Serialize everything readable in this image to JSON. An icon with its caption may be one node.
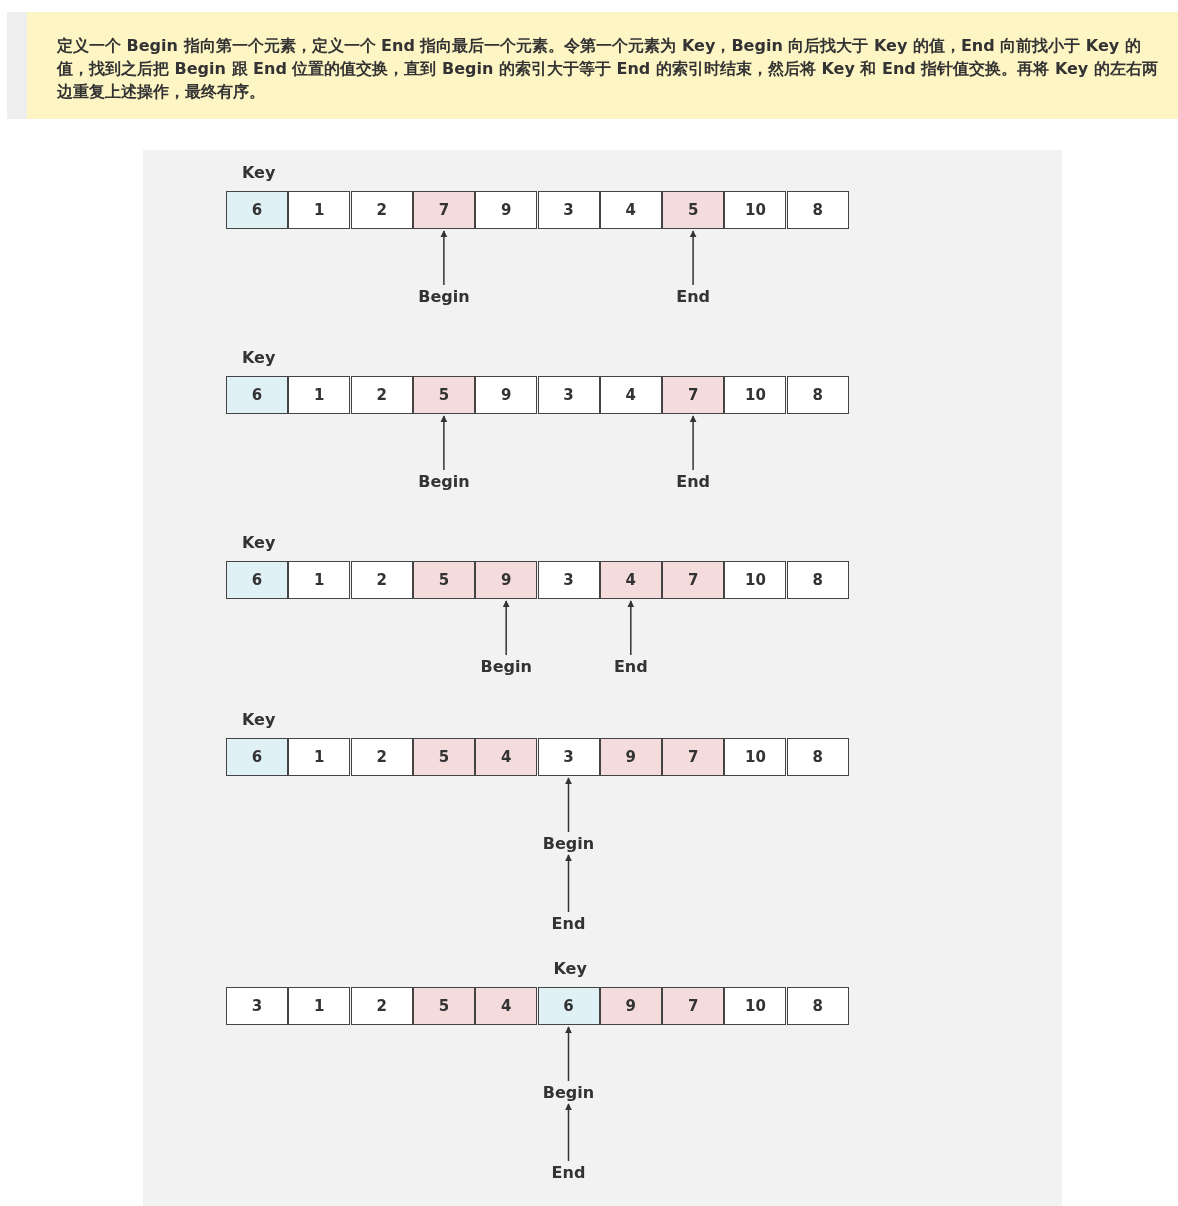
{
  "diagram": {
    "nodes": [
      {
        "text": [
          "定义一个 Begin 指向第一个元素，定义一个 End 指向最后一个元素。令第一个元素为 Key，Begin 向后找大于 Key 的值，End 向前找小于 Key 的值，找到之后把 Begin 跟 End 位置的值交换，直到 Begin 的索引大于等于 End 的索引时结束，然后将 Key 和 End 指针值交换。再将 Key 的左右两边重复上述操作，最终有序。"
        ]
      },
      {
        "text": [
          "6"
        ],
        "beside": [
          "Key"
        ]
      },
      {
        "text": [
          "1"
        ]
      },
      {
        "text": [
          "2"
        ]
      },
      {
        "text": [
          "7"
        ]
      },
      {
        "text": [
          "9"
        ]
      },
      {
        "text": [
          "3"
        ]
      },
      {
        "text": [
          "4"
        ]
      },
      {
        "text": [
          "5"
        ]
      },
      {
        "text": [
          "10"
        ]
      },
      {
        "text": [
          "8"
        ]
      },
      {
        "text": [
          "Begin"
        ]
      },
      {
        "text": [
          "End"
        ]
      },
      {
        "text": [
          "6"
        ],
        "beside": [
          "Key"
        ]
      },
      {
        "text": [
          "1"
        ]
      },
      {
        "text": [
          "2"
        ]
      },
      {
        "text": [
          "5"
        ]
      },
      {
        "text": [
          "9"
        ]
      },
      {
        "text": [
          "3"
        ]
      },
      {
        "text": [
          "4"
        ]
      },
      {
        "text": [
          "7"
        ]
      },
      {
        "text": [
          "10"
        ]
      },
      {
        "text": [
          "8"
        ]
      },
      {
        "text": [
          "Begin"
        ]
      },
      {
        "text": [
          "End"
        ]
      },
      {
        "text": [
          "6"
        ],
        "beside": [
          "Key"
        ]
      },
      {
        "text": [
          "1"
        ]
      },
      {
        "text": [
          "2"
        ]
      },
      {
        "text": [
          "5"
        ]
      },
      {
        "text": [
          "9"
        ]
      },
      {
        "text": [
          "3"
        ]
      },
      {
        "text": [
          "4"
        ]
      },
      {
        "text": [
          "7"
        ]
      },
      {
        "text": [
          "10"
        ]
      },
      {
        "text": [
          "8"
        ]
      },
      {
        "text": [
          "Begin"
        ]
      },
      {
        "text": [
          "End"
        ]
      },
      {
        "text": [
          "6"
        ],
        "beside": [
          "Key"
        ]
      },
      {
        "text": [
          "1"
        ]
      },
      {
        "text": [
          "2"
        ]
      },
      {
        "text": [
          "5"
        ]
      },
      {
        "text": [
          "4"
        ]
      },
      {
        "text": [
          "3"
        ]
      },
      {
        "text": [
          "9"
        ]
      },
      {
        "text": [
          "7"
        ]
      },
      {
        "text": [
          "10"
        ]
      },
      {
        "text": [
          "8"
        ]
      },
      {
        "text": [
          "Begin"
        ]
      },
      {
        "text": [
          "End"
        ]
      },
      {
        "text": [
          "3"
        ]
      },
      {
        "text": [
          "1"
        ]
      },
      {
        "text": [
          "2"
        ]
      },
      {
        "text": [
          "5"
        ]
      },
      {
        "text": [
          "4"
        ]
      },
      {
        "text": [
          "6"
        ],
        "beside": [
          "Key"
        ]
      },
      {
        "text": [
          "9"
        ]
      },
      {
        "text": [
          "7"
        ]
      },
      {
        "text": [
          "10"
        ]
      },
      {
        "text": [
          "8"
        ]
      },
      {
        "text": [
          "Begin"
        ]
      },
      {
        "text": [
          "End"
        ]
      }
    ],
    "edges": [
      {
        "from": 11,
        "to": 4,
        "arrow": "to"
      },
      {
        "from": 12,
        "to": 8,
        "arrow": "to"
      },
      {
        "from": 23,
        "to": 16,
        "arrow": "to"
      },
      {
        "from": 24,
        "to": 20,
        "arrow": "to"
      },
      {
        "from": 35,
        "to": 29,
        "arrow": "to"
      },
      {
        "from": 36,
        "to": 31,
        "arrow": "to"
      },
      {
        "from": 47,
        "to": 42,
        "arrow": "to"
      },
      {
        "from": 48,
        "to": 47,
        "arrow": "to"
      },
      {
        "from": 59,
        "to": 54,
        "arrow": "to"
      },
      {
        "from": 60,
        "to": 59,
        "arrow": "to"
      }
    ]
  }
}
